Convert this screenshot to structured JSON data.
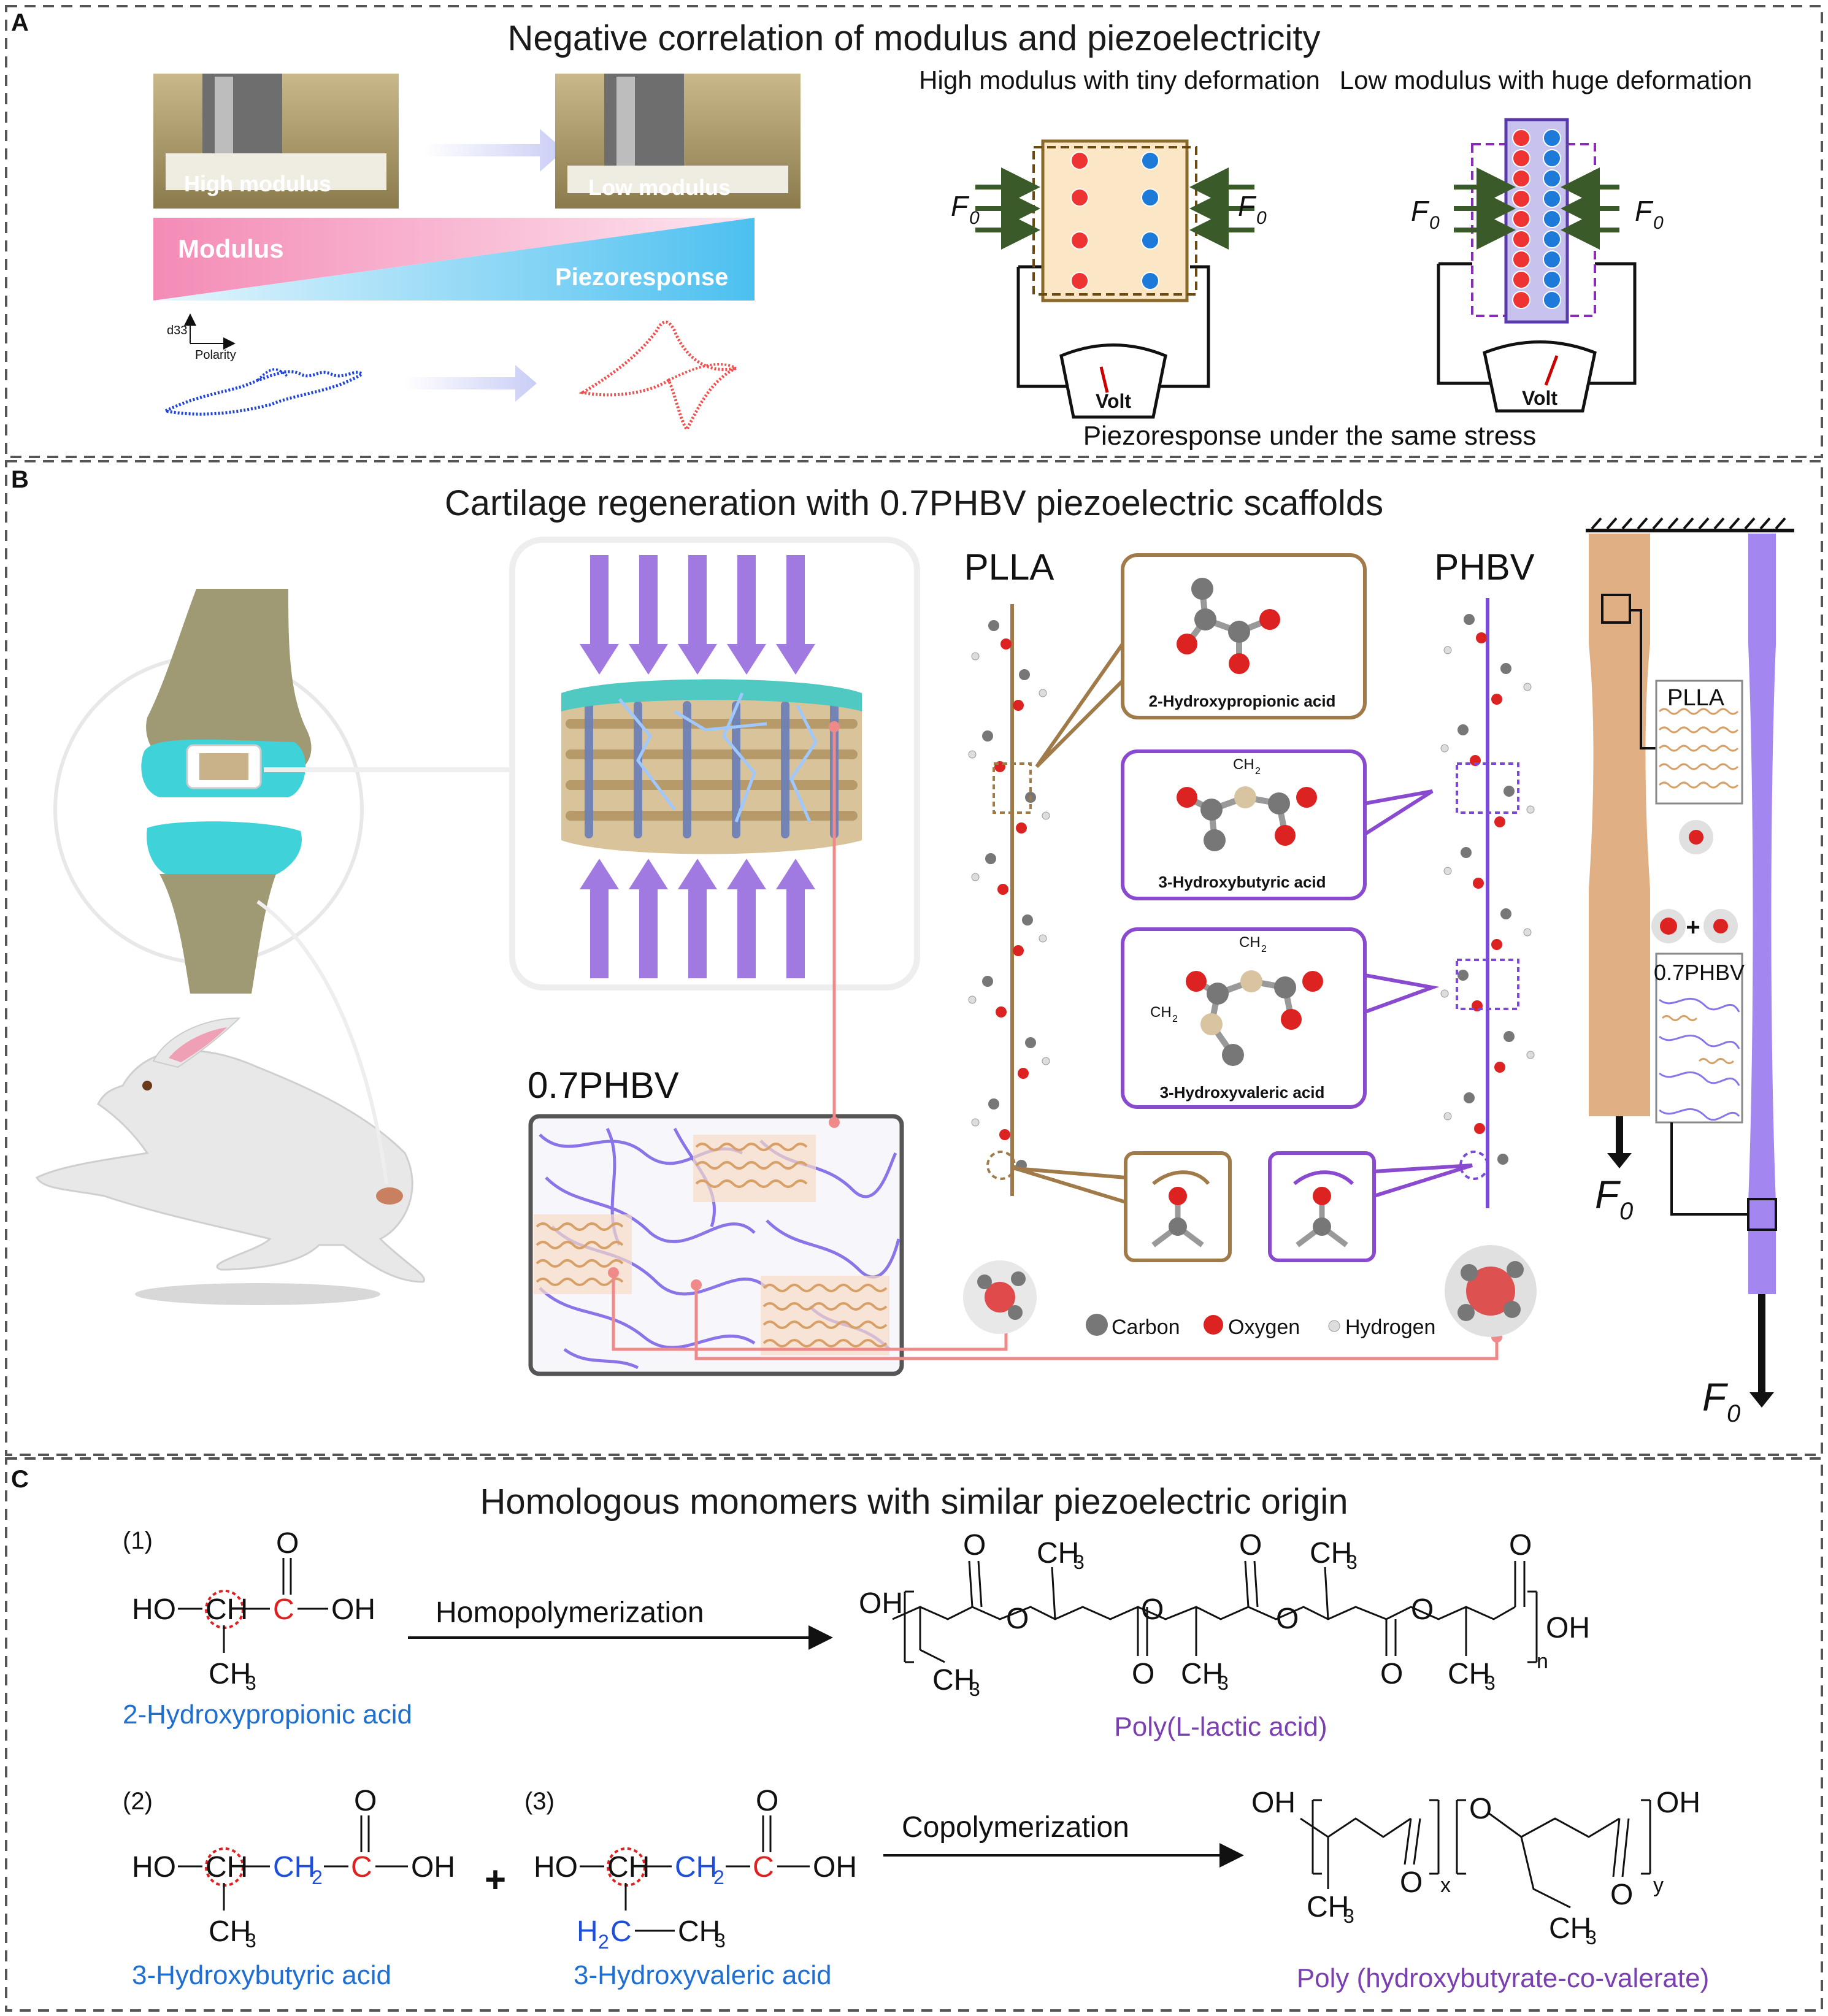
{
  "panel_a": {
    "letter": "A",
    "title": "Negative correlation of modulus and piezoelectricity",
    "photo_left_label": "High modulus",
    "photo_right_label": "Low modulus",
    "bar_modulus": "Modulus",
    "bar_piezo": "Piezoresponse",
    "axis_y": "d33",
    "axis_x": "Polarity",
    "high_caption": "High modulus with tiny deformation",
    "low_caption": "Low modulus with huge deformation",
    "force_label": "F",
    "force_sub": "0",
    "meter_label": "Volt",
    "footer": "Piezoresponse under the same stress"
  },
  "panel_b": {
    "letter": "B",
    "title": "Cartilage regeneration with 0.7PHBV piezoelectric scaffolds",
    "pla_label": "PLLA",
    "phbv_label": "PHBV",
    "blend_label": "0.7PHBV",
    "mol1": "2-Hydroxypropionic acid",
    "mol2": "3-Hydroxybutyric acid",
    "mol3": "3-Hydroxyvaleric acid",
    "ch2": "CH",
    "ch2_sub": "2",
    "legend": [
      "Carbon",
      "Oxygen",
      "Hydrogen"
    ],
    "right_pla": "PLLA",
    "right_blend": "0.7PHBV",
    "force_label": "F",
    "force_sub": "0",
    "plus": "+"
  },
  "panel_c": {
    "letter": "C",
    "title": "Homologous monomers with similar piezoelectric origin",
    "n1": "(1)",
    "n2": "(2)",
    "n3": "(3)",
    "name1": "2-Hydroxypropionic acid",
    "name2": "3-Hydroxybutyric acid",
    "name3": "3-Hydroxyvaleric acid",
    "polymer1": "Poly(L-lactic acid)",
    "polymer2": "Poly (hydroxybutyrate-co-valerate)",
    "reaction1": "Homopolymerization",
    "reaction2": "Copolymerization",
    "plus": "+",
    "ho": "HO",
    "oh": "OH",
    "ch": "CH",
    "c": "C",
    "o": "O",
    "ch3": "CH",
    "three": "3",
    "ch2": "CH",
    "two": "2",
    "h2c_h": "H",
    "h2c_2": "2",
    "h2c_c": "C",
    "sub_n": "n",
    "sub_x": "x",
    "sub_y": "y"
  },
  "colors": {
    "pla": "#b08a5a",
    "phbv": "#8a5cd6",
    "red": "#e02020",
    "blue": "#1f4fd8",
    "name_blue": "#1f6fd0",
    "polymer_purple": "#7a3fb0",
    "arrow_green": "#3a5a2a",
    "dash": "#555555"
  }
}
